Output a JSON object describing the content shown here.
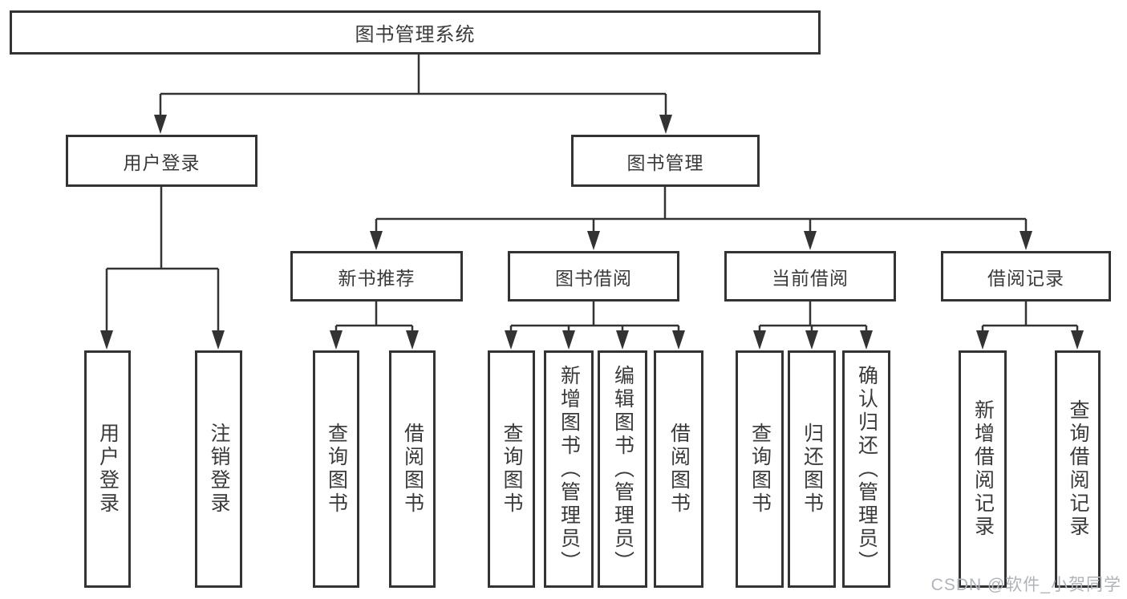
{
  "diagram_type": "functional-structure-tree",
  "watermark": "CSDN @软件_小贺同学",
  "colors": {
    "line": "#333333",
    "text": "#3a3a3a",
    "background": "#ffffff",
    "watermark": "#b0b4ba"
  },
  "tree": {
    "label": "图书管理系统",
    "children": [
      {
        "label": "用户登录",
        "children": [
          {
            "label": "用户登录"
          },
          {
            "label": "注销登录"
          }
        ]
      },
      {
        "label": "图书管理",
        "children": [
          {
            "label": "新书推荐",
            "children": [
              {
                "label": "查询图书"
              },
              {
                "label": "借阅图书"
              }
            ]
          },
          {
            "label": "图书借阅",
            "children": [
              {
                "label": "查询图书"
              },
              {
                "label": "新增图书（管理员）"
              },
              {
                "label": "编辑图书（管理员）"
              },
              {
                "label": "借阅图书"
              }
            ]
          },
          {
            "label": "当前借阅",
            "children": [
              {
                "label": "查询图书"
              },
              {
                "label": "归还图书"
              },
              {
                "label": "确认归还（管理员）"
              }
            ]
          },
          {
            "label": "借阅记录",
            "children": [
              {
                "label": "新增借阅记录"
              },
              {
                "label": "查询借阅记录"
              }
            ]
          }
        ]
      }
    ]
  }
}
